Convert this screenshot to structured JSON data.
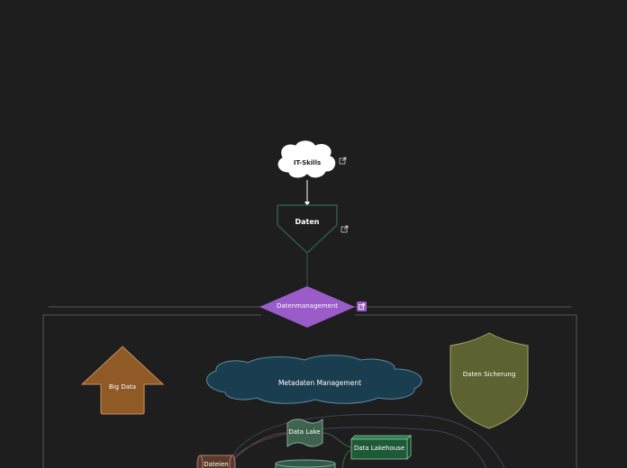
{
  "nodes": {
    "it_skills": {
      "label": "IT-Skills"
    },
    "daten": {
      "label": "Daten"
    },
    "datenmanagement": {
      "label": "Datenmanagement"
    },
    "big_data": {
      "label": "Big Data"
    },
    "metadaten": {
      "label": "Metadaten Management"
    },
    "daten_sicherung": {
      "label": "Daten Sicherung"
    },
    "data_lake": {
      "label": "Data Lake"
    },
    "data_lakehouse": {
      "label": "Data Lakehouse"
    },
    "dateien": {
      "label": "Dateien"
    }
  },
  "colors": {
    "background": "#1e1e1e",
    "cloud_white": "#ffffff",
    "daten_stroke": "#2f5a4a",
    "datenmanagement": "#9a5cc8",
    "big_data": "#8f5a26",
    "metadaten": "#1a3d50",
    "daten_sicherung": "#5e6230",
    "data_lake": "#3e6450",
    "data_lakehouse": "#1e5a38",
    "dateien": "#5a3a2a"
  },
  "icons": [
    "external-link-icon"
  ]
}
